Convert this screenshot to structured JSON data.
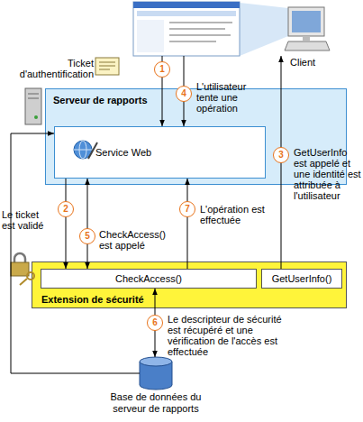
{
  "diagram": {
    "nodes": [
      {
        "text": [
          "Client"
        ]
      },
      {
        "text": [
          "Serveur de rapports"
        ]
      },
      {
        "text": [
          "Service Web"
        ],
        "in": 1
      },
      {
        "text": [
          "Extension de sécurité"
        ]
      },
      {
        "text": [
          "CheckAccess()"
        ],
        "in": 3
      },
      {
        "text": [
          "GetUserInfo()"
        ],
        "in": 3
      },
      {
        "text": [
          "Base de données du serveur de rapports"
        ]
      }
    ],
    "edges": [
      {
        "from": 0,
        "to": 2,
        "arrow": "to"
      },
      {
        "from": 0,
        "to": 2,
        "arrow": "to"
      },
      {
        "from": 5,
        "to": 0,
        "arrow": "to"
      },
      {
        "from": 2,
        "to": 4,
        "arrow": "to"
      },
      {
        "from": 2,
        "to": 4,
        "arrow": "both"
      },
      {
        "from": 4,
        "to": 2,
        "arrow": "to"
      },
      {
        "from": 4,
        "to": 6,
        "arrow": "both"
      },
      {
        "from": 6,
        "to": 2,
        "arrow": "to"
      }
    ],
    "labels": [
      "Ticket d'authentification",
      "1",
      "4",
      "L'utilisateur tente une opération",
      "3",
      "GetUserInfo est appelé et une identité est attribuée à l'utilisateur",
      "2",
      "Le ticket est validé",
      "5",
      "CheckAccess() est appelé",
      "7",
      "L'opération est effectuée",
      "6",
      "Le descripteur de sécurité est récupéré et une vérification de l'accès est effectuée"
    ]
  }
}
